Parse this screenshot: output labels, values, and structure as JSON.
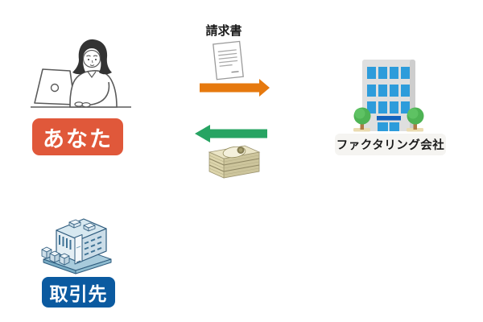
{
  "diagram": {
    "background": "#ffffff",
    "nodes": {
      "you": {
        "label": "あなた",
        "bg": "#e0583a",
        "fg": "#ffffff",
        "icon": "person-at-laptop-icon"
      },
      "factoring": {
        "label": "ファクタリング会社",
        "bg": "#f5f4f1",
        "fg": "#1b1b1b",
        "icon": "office-building-icon"
      },
      "client": {
        "label": "取引先",
        "bg": "#0b5aa0",
        "fg": "#ffffff",
        "icon": "isometric-building-icon"
      }
    },
    "flows": {
      "invoice": {
        "label": "請求書",
        "color": "#e6790e",
        "direction": "right",
        "icon": "invoice-document-icon"
      },
      "payment": {
        "color": "#27a463",
        "direction": "left",
        "icon": "cash-stack-icon"
      }
    }
  }
}
